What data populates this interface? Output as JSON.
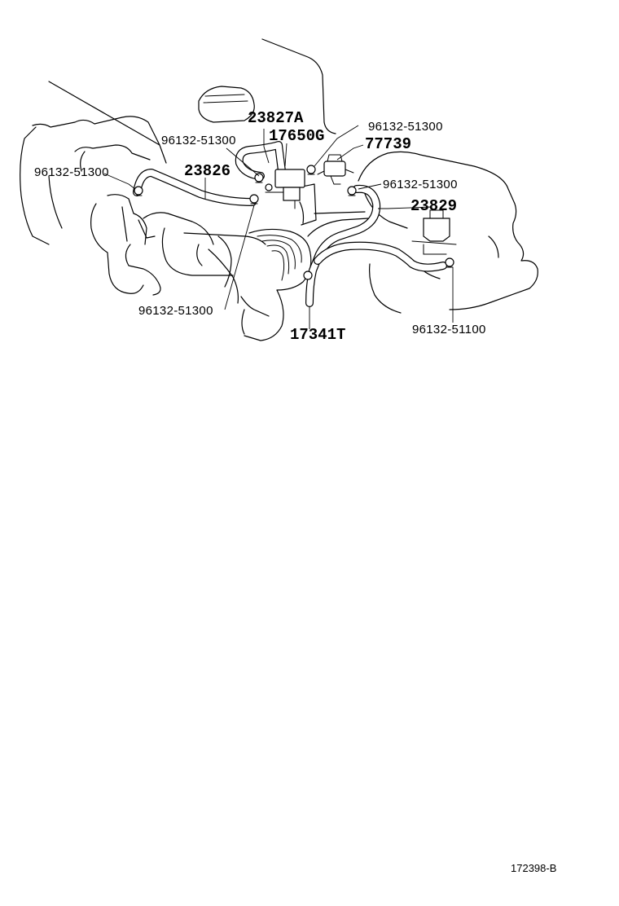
{
  "labels": {
    "p23827a": "23827A",
    "p17650g": "17650G",
    "p96132_51300_top_left": "96132-51300",
    "p96132_51300_top_right": "96132-51300",
    "p77739": "77739",
    "p96132_51300_left": "96132-51300",
    "p23826": "23826",
    "p96132_51300_right": "96132-51300",
    "p23829": "23829",
    "p96132_51300_bottom": "96132-51300",
    "p17341t": "17341T",
    "p96132_51100": "96132-51100"
  },
  "figure_code": "172398-B"
}
